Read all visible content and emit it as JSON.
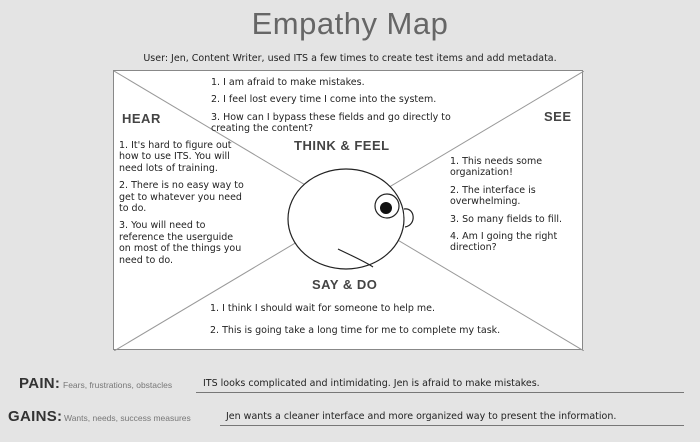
{
  "title": "Empathy Map",
  "subtitle": "User: Jen, Content Writer, used ITS a few times to create test items and add metadata.",
  "quadrants": {
    "hear": {
      "heading": "HEAR",
      "items": [
        "1. It's hard to figure out how to use ITS. You will need lots of training.",
        "2. There is no easy way to get to whatever you need to do.",
        "3. You will need to reference the userguide on most of the things you need to do."
      ]
    },
    "think_feel": {
      "heading": "THINK & FEEL",
      "items": [
        "1. I am afraid to make mistakes.",
        "2. I feel lost every time I come into the system.",
        "3. How can I bypass these fields and go directly to creating the content?"
      ]
    },
    "see": {
      "heading": "SEE",
      "items": [
        "1. This needs some organization!",
        "2. The interface is overwhelming.",
        "3. So many fields to fill.",
        "4. Am I going the right direction?"
      ]
    },
    "say_do": {
      "heading": "SAY & DO",
      "items": [
        "1. I think I should wait for someone to help me.",
        "2. This is going take a long time for me to complete my task."
      ]
    }
  },
  "pain": {
    "label": "PAIN:",
    "hint": "Fears, frustrations, obstacles",
    "value": "ITS looks complicated and intimidating. Jen is afraid to make mistakes."
  },
  "gains": {
    "label": "GAINS:",
    "hint": "Wants, needs, success measures",
    "value": "Jen wants a cleaner interface and more organized way to present the information."
  },
  "colors": {
    "background": "#e4e4e4",
    "panel": "#ffffff",
    "lines": "#888888",
    "title": "#666666"
  },
  "icons": [
    "face-icon"
  ]
}
